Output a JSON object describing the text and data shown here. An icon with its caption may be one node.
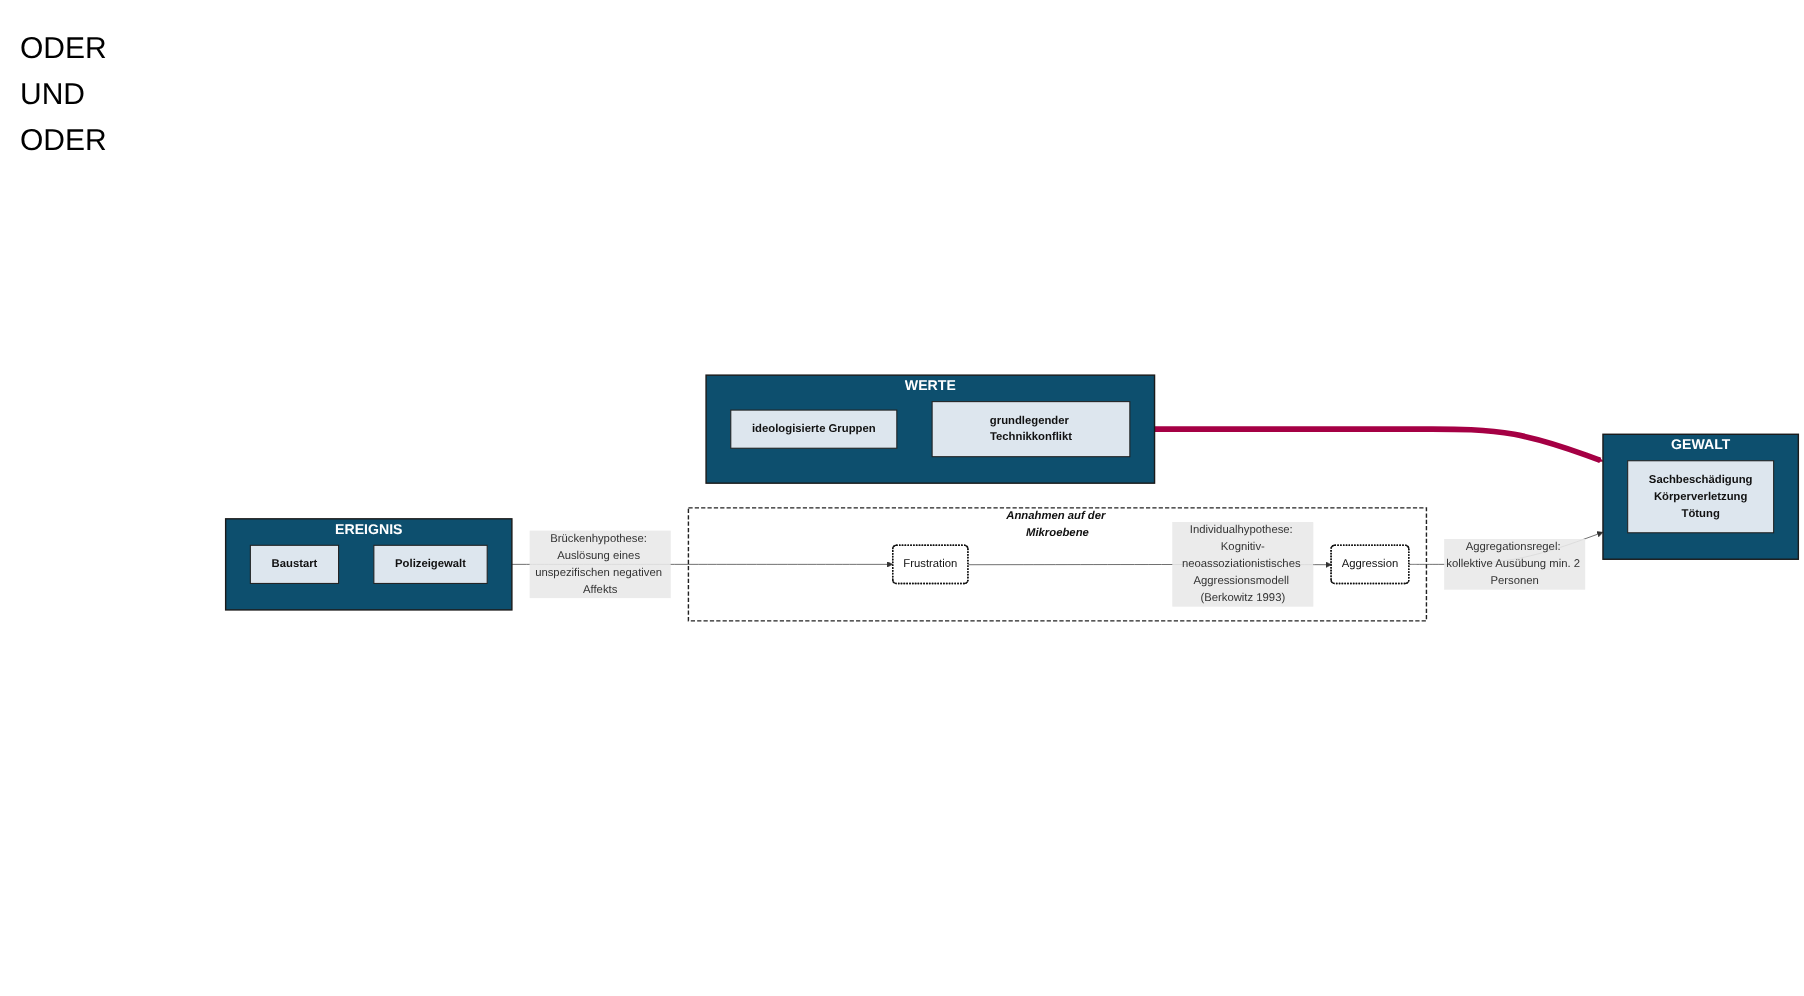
{
  "diagram": {
    "nodes": [
      {
        "text": [
          "EREIGNIS"
        ]
      },
      {
        "text": [
          "Baustart"
        ],
        "in": 0
      },
      {
        "text": [
          "Polizeigewalt"
        ],
        "in": 0
      },
      {
        "text": [
          "WERTE"
        ]
      },
      {
        "text": [
          "ideologisierte Gruppen"
        ],
        "in": 3
      },
      {
        "text": [
          "grundlegender Technikkonflikt"
        ],
        "in": 3
      },
      {
        "text": [
          "GEWALT"
        ]
      },
      {
        "text": [
          "Sachbeschädigung",
          "Körperverletzung",
          "Tötung"
        ],
        "in": 6
      },
      {
        "text": [
          "Annahmen auf der Mikroebene"
        ]
      },
      {
        "text": [
          "Frustration"
        ],
        "in": 8
      },
      {
        "text": [
          "Aggression"
        ],
        "in": 8
      }
    ],
    "edges": [
      {
        "from": 3,
        "to": 6,
        "arrow": "to",
        "style": "thick",
        "color": "#a50044"
      },
      {
        "from": 0,
        "to": 9,
        "arrow": "to",
        "label": "Brückenhypothese: Auslösung eines unspezifischen negativen Affekts"
      },
      {
        "from": 9,
        "to": 10,
        "arrow": "to",
        "label": "Individualhypothese: Kognitiv-neoassoziationistisches Aggressionsmodell (Berkowitz 1993)"
      },
      {
        "from": 10,
        "to": 6,
        "arrow": "to",
        "label": "Aggregationsregel: kollektive Ausübung min. 2 Personen"
      }
    ],
    "labels": [
      "ODER",
      "UND",
      "ODER"
    ]
  }
}
